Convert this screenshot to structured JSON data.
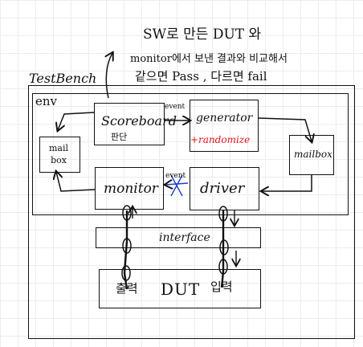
{
  "notes": {
    "line1": "SW로 만든 DUT 와",
    "line2": "monitor에서 보낸 결과와 비교해서",
    "line3": "같으면 Pass , 다르면 fail"
  },
  "testbench": {
    "label": "TestBench"
  },
  "env": {
    "label": "env"
  },
  "blocks": {
    "mailbox_left": "mail box",
    "scoreboard": "Scoreboard",
    "scoreboard_sub": "판단",
    "generator": "generator",
    "generator_sub": "+randomize",
    "mailbox_right": "mailbox",
    "monitor": "monitor",
    "driver": "driver",
    "interface": "interface",
    "dut": "DUT",
    "dut_out": "출력",
    "dut_in": "입력"
  },
  "edges": {
    "event_top": "event",
    "event_mid": "event"
  },
  "colors": {
    "ink": "#111111",
    "red": "#e3141b",
    "blue": "#1f3fcf"
  }
}
